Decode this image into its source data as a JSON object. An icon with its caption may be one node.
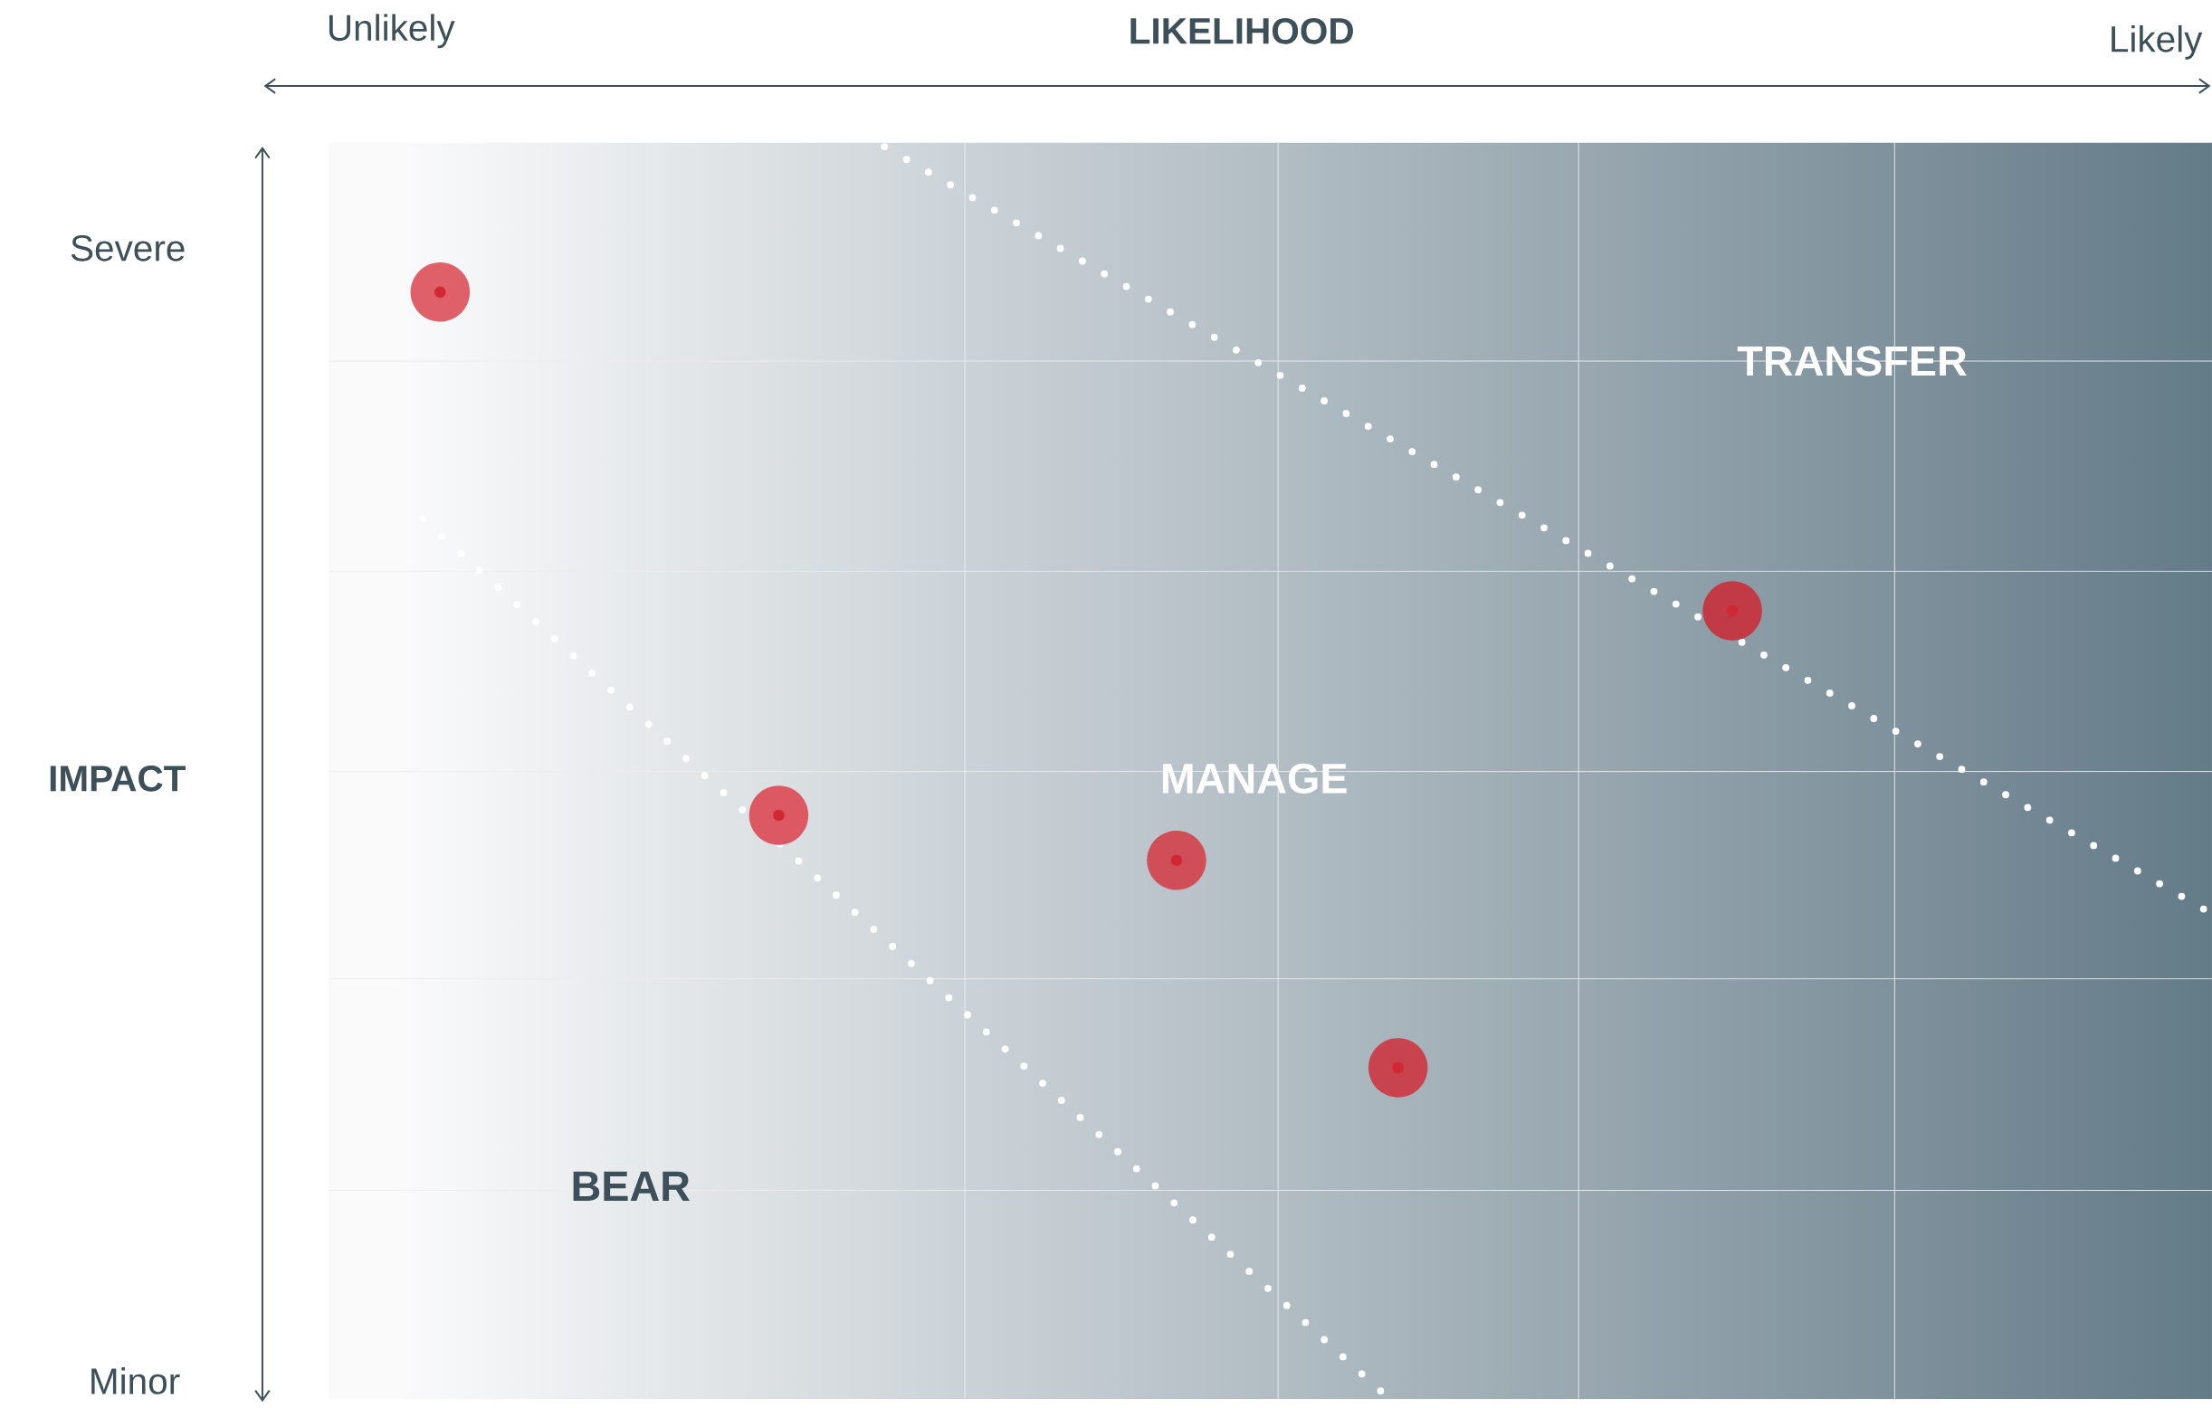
{
  "diagram": {
    "labels": [
      "Unlikely",
      "LIKELIHOOD",
      "Likely",
      "Severe",
      "IMPACT",
      "Minor",
      "TRANSFER",
      "MANAGE",
      "BEAR"
    ]
  }
}
